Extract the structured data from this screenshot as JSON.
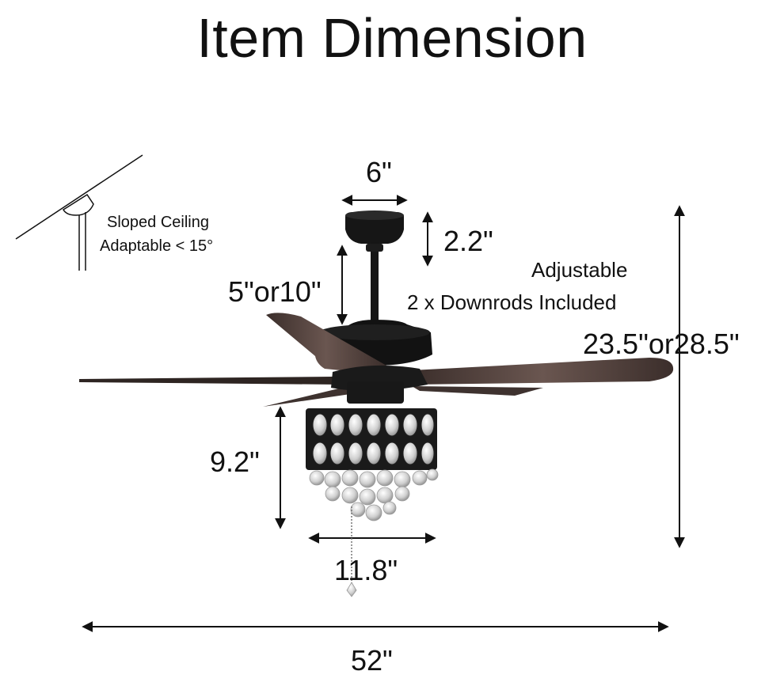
{
  "title": "Item Dimension",
  "ceiling_note": {
    "line1": "Sloped Ceiling",
    "line2": "Adaptable < 15°"
  },
  "downrod_note": {
    "line1": "Adjustable",
    "line2": "2 x Downrods Included"
  },
  "dimensions": {
    "canopy_width": "6\"",
    "canopy_height": "2.2\"",
    "downrod_length": "5\"or10\"",
    "total_height": "23.5\"or28.5\"",
    "light_kit_height": "9.2\"",
    "light_kit_width": "11.8\"",
    "blade_span": "52\""
  },
  "colors": {
    "ink": "#111111",
    "blade": "#4a3a36",
    "crystal": "#cfcfcf"
  }
}
